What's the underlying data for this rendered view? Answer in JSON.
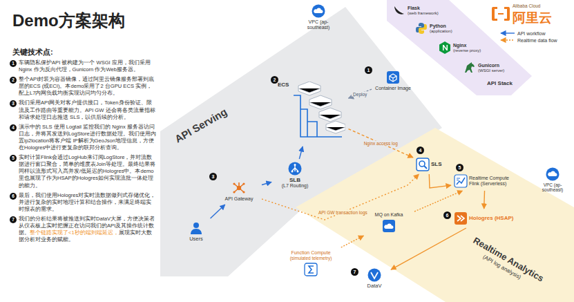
{
  "diagram": {
    "title": "Demo方案架构",
    "nodes": [
      {
        "text": [
          "VPC (ap-southeast)"
        ]
      },
      {
        "text": [
          "API Stack"
        ]
      },
      {
        "text": [
          "Flask",
          "(web framework)"
        ],
        "in": 1
      },
      {
        "text": [
          "Python",
          "(application)"
        ],
        "in": 1
      },
      {
        "text": [
          "Nginx",
          "(reverse proxy)"
        ],
        "in": 1
      },
      {
        "text": [
          "Gunicorn",
          "(WSGI server)"
        ],
        "in": 1
      },
      {
        "text": [
          "API Serving"
        ]
      },
      {
        "text": [
          "Container Image"
        ],
        "in": 6
      },
      {
        "text": [
          "ECS"
        ],
        "in": 6
      },
      {
        "text": [
          "API Gateway"
        ],
        "in": 6
      },
      {
        "text": [
          "SLB",
          "(L7 Routing)"
        ],
        "in": 6
      },
      {
        "text": [
          "Users"
        ]
      },
      {
        "text": [
          "SLS"
        ]
      },
      {
        "text": [
          "Realtime Analytics",
          "(API log analysis)"
        ]
      },
      {
        "text": [
          "VPC (ap-southeast)"
        ]
      },
      {
        "text": [
          "Realtime Compute Flink (Serverless)"
        ],
        "in": 13
      },
      {
        "text": [
          "Hologres (HSAP)"
        ],
        "in": 13
      },
      {
        "text": [
          "MQ on Kafka"
        ],
        "in": 13
      },
      {
        "text": [
          "Function Compute",
          "(simulated telemetry)"
        ]
      },
      {
        "text": [
          "DataV"
        ]
      }
    ],
    "edges": [
      {
        "from": 11,
        "to": 9,
        "arrow": "to"
      },
      {
        "from": 9,
        "to": 10,
        "arrow": "to"
      },
      {
        "from": 10,
        "to": 8,
        "arrow": "to"
      },
      {
        "from": 7,
        "to": 8,
        "label": "Deploy",
        "arrow": "to"
      },
      {
        "from": 8,
        "to": 12,
        "label": "Nginx access log",
        "arrow": "to"
      },
      {
        "from": 9,
        "to": 12,
        "label": "API GW transaction logs",
        "arrow": "to"
      },
      {
        "from": 12,
        "to": 15,
        "arrow": "to"
      },
      {
        "from": 15,
        "to": 16,
        "arrow": "to"
      },
      {
        "from": 17,
        "to": 15,
        "arrow": "to"
      },
      {
        "from": 18,
        "to": 17,
        "arrow": "to"
      },
      {
        "from": 16,
        "to": 19,
        "arrow": "to"
      }
    ],
    "labels": [
      "Alibaba Cloud",
      "阿里云",
      "关键技术点:",
      "1",
      "车辆隐私保护API 被构建为一个 WSGI 应用，我们采用 Nginx 作为反向代理，Gunicorn 作为Web服务器。",
      "2",
      "整个API封装为容器镜像，通过阿里云镜像服务部署到底层的ECS (或ECI)。本demo采用了2 台GPU ECS 实例，配上L7内网负载均衡实现访问均匀分布。",
      "3",
      "我们采用API网关对客户提供接口，Token身份验证、限流及工作路由等重要能力。API GW 还会将各类流量指标和请求处理日志推送 SLS，以供后续的分析。",
      "4",
      "演示中的 SLS 使用 Logtail 监控我们的 Nginx 服务器访问日志，并将其发送到LogStore进行数据处理。我们使用内置ip2location将客户端 IP解析为GeoJson地理信息，方便在Hologres中进行更复杂的联邦分析查询。",
      "5",
      "实时计算Flink会通过LogHub来订阅LogStore，并对流数据进行窗口聚合，简单的维度表Join等处理。最终结果将同样以流形式写入高并发/低延迟的Hologres中。本demo里也展现了作为HSAP的Hologres如何实现流批一体处理的能力。",
      "6",
      "最后，我们使用Hologres对实时流数据做列式存储优化，并进行复杂的实时地理计算和结合操作，来满足终端实时报表的需求。",
      "7",
      "我们的分析结果将被推送到实时DataV大屏，方便决策者从仪表板上实时把握正在访问我们的API及其操作统计数据。",
      "整个链路实现了<1秒的端到端延迟，",
      "展现实时大数据分析对业务的赋能。",
      "1",
      "2",
      "3",
      "4",
      "5",
      "6",
      "7"
    ],
    "legend": [
      {
        "text": "API workflow"
      },
      {
        "text": "Realtime data flow"
      }
    ]
  }
}
